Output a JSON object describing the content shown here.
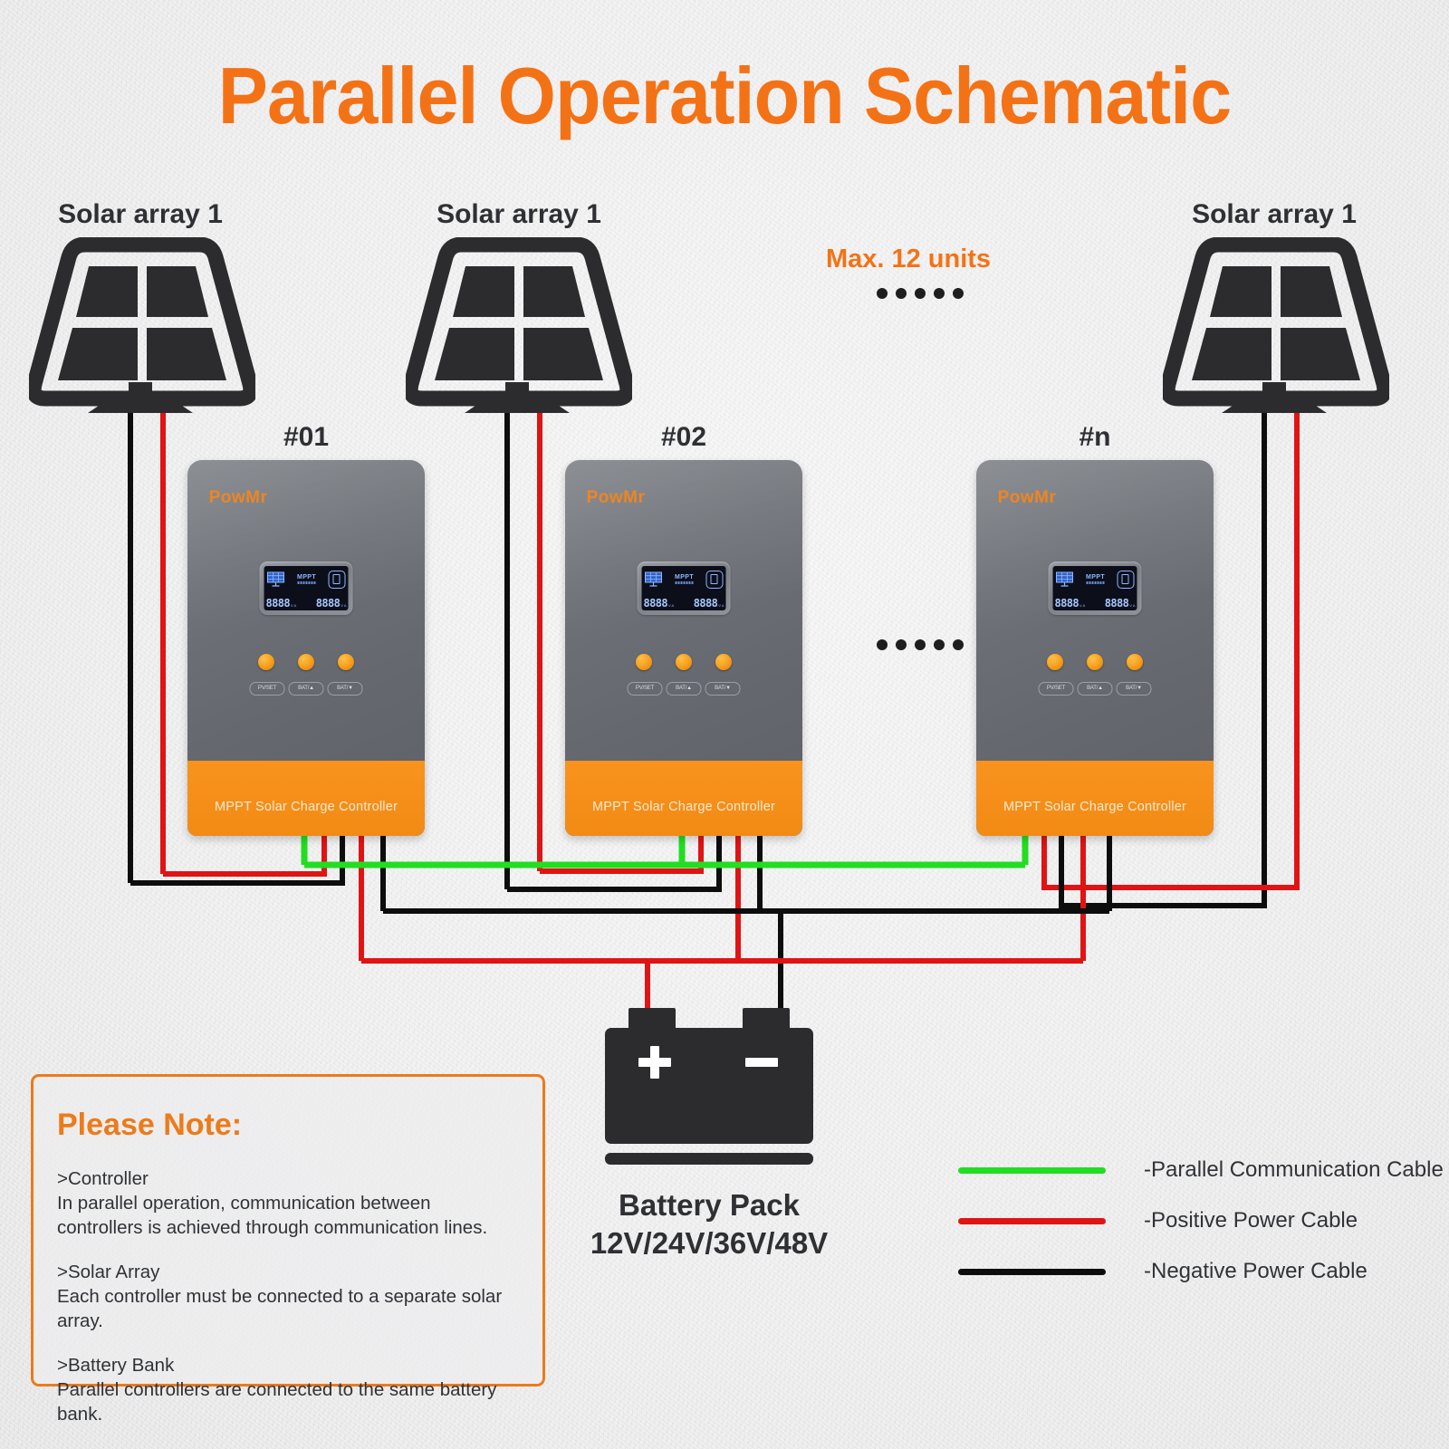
{
  "title": "Parallel Operation Schematic",
  "colors": {
    "accent_orange": "#f47216",
    "panel_dark": "#2c2c2e",
    "comm_green": "#22dd22",
    "positive_red": "#e01414",
    "negative_black": "#0d0d0d",
    "controller_body": "#6e7278",
    "controller_foot": "#f8931e",
    "background": "#ededee"
  },
  "arrays": [
    {
      "label": "Solar array 1"
    },
    {
      "label": "Solar array 1"
    },
    {
      "label": "Solar array 1"
    }
  ],
  "max_units": {
    "label": "Max. 12 units",
    "dots": 5
  },
  "ellipsis_mid": {
    "dots": 5
  },
  "controllers": [
    {
      "id": "#01",
      "brand": "PowMr",
      "footer": "MPPT Solar Charge Controller",
      "lcd": {
        "mppt": "MPPT",
        "left_value": "8888",
        "left_units": "V A",
        "right_value": "8888",
        "right_units": "V A",
        "pv_icon": "solar-panel-icon",
        "battery_icon": "battery-icon"
      },
      "buttons": [
        "PV/SET",
        "BAT/▲",
        "BAT/▼"
      ]
    },
    {
      "id": "#02",
      "brand": "PowMr",
      "footer": "MPPT Solar Charge Controller",
      "lcd": {
        "mppt": "MPPT",
        "left_value": "8888",
        "left_units": "V A",
        "right_value": "8888",
        "right_units": "V A",
        "pv_icon": "solar-panel-icon",
        "battery_icon": "battery-icon"
      },
      "buttons": [
        "PV/SET",
        "BAT/▲",
        "BAT/▼"
      ]
    },
    {
      "id": "#n",
      "brand": "PowMr",
      "footer": "MPPT Solar Charge Controller",
      "lcd": {
        "mppt": "MPPT",
        "left_value": "8888",
        "left_units": "V A",
        "right_value": "8888",
        "right_units": "V A",
        "pv_icon": "solar-panel-icon",
        "battery_icon": "battery-icon"
      },
      "buttons": [
        "PV/SET",
        "BAT/▲",
        "BAT/▼"
      ]
    }
  ],
  "battery": {
    "name": "Battery Pack",
    "voltage": "12V/24V/36V/48V",
    "positive_symbol": "+",
    "negative_symbol": "−"
  },
  "note": {
    "title": "Please Note:",
    "items": [
      {
        "heading": ">Controller",
        "body": "In parallel operation, communication between controllers is achieved through communication lines."
      },
      {
        "heading": ">Solar Array",
        "body": "Each controller must be connected to a separate solar array."
      },
      {
        "heading": ">Battery Bank",
        "body": "Parallel controllers are connected to the same battery bank."
      }
    ]
  },
  "legend": [
    {
      "color": "#22dd22",
      "label": "-Parallel Communication Cable"
    },
    {
      "color": "#e01414",
      "label": "-Positive Power Cable"
    },
    {
      "color": "#0d0d0d",
      "label": "-Negative Power Cable"
    }
  ]
}
